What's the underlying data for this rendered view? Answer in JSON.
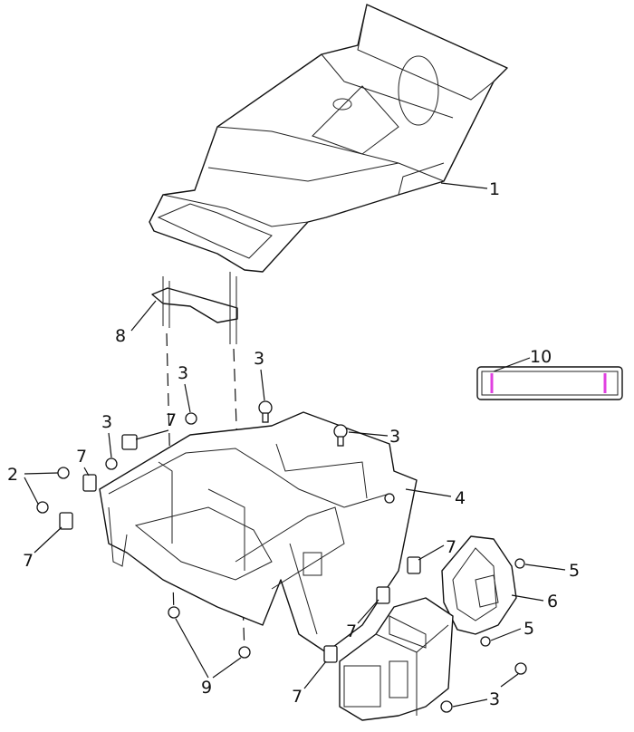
{
  "diagram": {
    "type": "exploded-parts-view",
    "accent_color": "#e040e0",
    "callouts": [
      {
        "id": "c1",
        "label": "1"
      },
      {
        "id": "c8",
        "label": "8"
      },
      {
        "id": "c3a",
        "label": "3"
      },
      {
        "id": "c3b",
        "label": "3"
      },
      {
        "id": "c10",
        "label": "10"
      },
      {
        "id": "c3c",
        "label": "3"
      },
      {
        "id": "c3d",
        "label": "3"
      },
      {
        "id": "c7a",
        "label": "7"
      },
      {
        "id": "c7b",
        "label": "7"
      },
      {
        "id": "c2",
        "label": "2"
      },
      {
        "id": "c7c",
        "label": "7"
      },
      {
        "id": "c4",
        "label": "4"
      },
      {
        "id": "c7d",
        "label": "7"
      },
      {
        "id": "c5a",
        "label": "5"
      },
      {
        "id": "c6",
        "label": "6"
      },
      {
        "id": "c7e",
        "label": "7"
      },
      {
        "id": "c5b",
        "label": "5"
      },
      {
        "id": "c9",
        "label": "9"
      },
      {
        "id": "c7f",
        "label": "7"
      },
      {
        "id": "c3e",
        "label": "3"
      }
    ]
  }
}
